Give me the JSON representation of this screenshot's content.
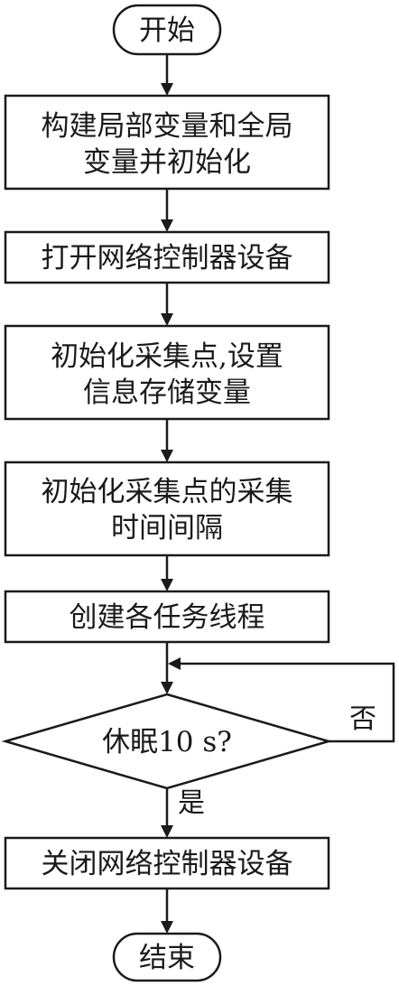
{
  "nodes": {
    "start": "开始",
    "step1": {
      "line1": "构建局部变量和全局",
      "line2": "变量并初始化"
    },
    "step2": "打开网络控制器设备",
    "step3": {
      "line1": "初始化采集点,设置",
      "line2": "信息存储变量"
    },
    "step4": {
      "line1": "初始化采集点的采集",
      "line2": "时间间隔"
    },
    "step5": "创建各任务线程",
    "decision": "休眠10 s?",
    "step6": "关闭网络控制器设备",
    "end": "结束"
  },
  "edges": {
    "yes_label": "是",
    "no_label": "否"
  }
}
